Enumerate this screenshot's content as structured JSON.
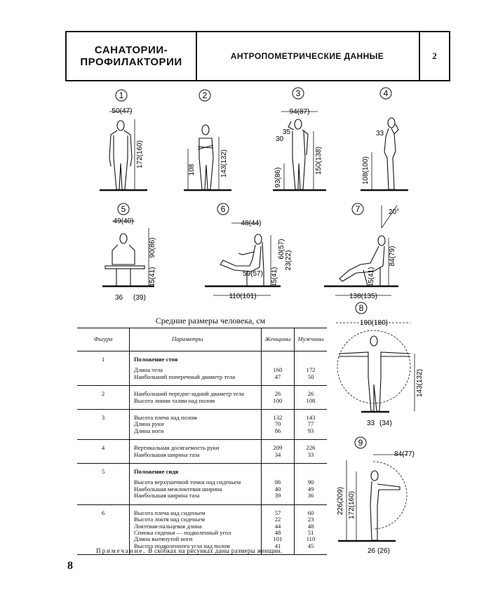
{
  "header": {
    "section_title_line1": "САНАТОРИИ-",
    "section_title_line2": "ПРОФИЛАКТОРИИ",
    "sheet_title": "АНТРОПОМЕТРИЧЕСКИЕ ДАННЫЕ",
    "sheet_number": "2"
  },
  "figures": [
    {
      "number": "1",
      "dims": [
        "50(47)",
        "172(160)"
      ]
    },
    {
      "number": "2",
      "dims": [
        "108",
        "143(132)"
      ]
    },
    {
      "number": "3",
      "dims": [
        "94(87)",
        "35",
        "30",
        "93(86)",
        "150(138)"
      ]
    },
    {
      "number": "4",
      "dims": [
        "33",
        "108(100)"
      ]
    },
    {
      "number": "5",
      "dims": [
        "49(40)",
        "90(86)",
        "45(41)",
        "36",
        "(39)"
      ]
    },
    {
      "number": "6",
      "dims": [
        "48(44)",
        "60(57)",
        "23(22)",
        "45(41)",
        "59(57)",
        "110(101)"
      ]
    },
    {
      "number": "7",
      "dims": [
        "20°",
        "84(79)",
        "45(41)",
        "138(135)"
      ]
    },
    {
      "number": "8",
      "dims": [
        "190(180)",
        "143(132)",
        "33",
        "(34)"
      ]
    },
    {
      "number": "9",
      "dims": [
        "84(77)",
        "226(209)",
        "172(160)",
        "26",
        "(26)"
      ]
    }
  ],
  "table": {
    "caption": "Средние размеры человека, см",
    "headers": {
      "figure": "Фигура",
      "params": "Параметры",
      "women": "Женщины",
      "men": "Мужчины"
    },
    "groups": [
      {
        "figure": "1",
        "subhead": "Положение стоя",
        "rows": [
          [
            "Длина тела",
            "160",
            "172"
          ],
          [
            "Наибольший поперечный диаметр тела",
            "47",
            "50"
          ]
        ]
      },
      {
        "figure": "2",
        "subhead": "",
        "rows": [
          [
            "Наибольший передне-задний диаметр тела",
            "26",
            "26"
          ],
          [
            "Высота линии талии над полом",
            "100",
            "108"
          ]
        ]
      },
      {
        "figure": "3",
        "subhead": "",
        "rows": [
          [
            "Высота плеча над полом",
            "132",
            "143"
          ],
          [
            "Длина руки",
            "70",
            "77"
          ],
          [
            "Длина ноги",
            "86",
            "93"
          ]
        ]
      },
      {
        "figure": "4",
        "subhead": "",
        "rows": [
          [
            "Вертикальная досягаемость руки",
            "209",
            "226"
          ],
          [
            "Наибольшая ширина таза",
            "34",
            "33"
          ]
        ]
      },
      {
        "figure": "5",
        "subhead": "Положение сидя",
        "rows": [
          [
            "Высота верхушечной точки над сиденьем",
            "86",
            "90"
          ],
          [
            "Наибольшая межлоктевая ширина",
            "40",
            "49"
          ],
          [
            "Наибольшая ширина таза",
            "39",
            "36"
          ]
        ]
      },
      {
        "figure": "6",
        "subhead": "",
        "rows": [
          [
            "Высота плеча над сиденьем",
            "57",
            "60"
          ],
          [
            "Высота локтя над сиденьем",
            "22",
            "23"
          ],
          [
            "Локтевая-пальцевая длина",
            "44",
            "48"
          ],
          [
            "Спинка сиденья — подколенный угол",
            "48",
            "51"
          ],
          [
            "Длина вытянутой ноги",
            "101",
            "110"
          ],
          [
            "Высота подколенного угла над полом",
            "41",
            "45"
          ]
        ]
      }
    ]
  },
  "note": {
    "label": "Примечание.",
    "text": " В скобках на рисунках даны размеры женщин."
  },
  "page_number": "8"
}
